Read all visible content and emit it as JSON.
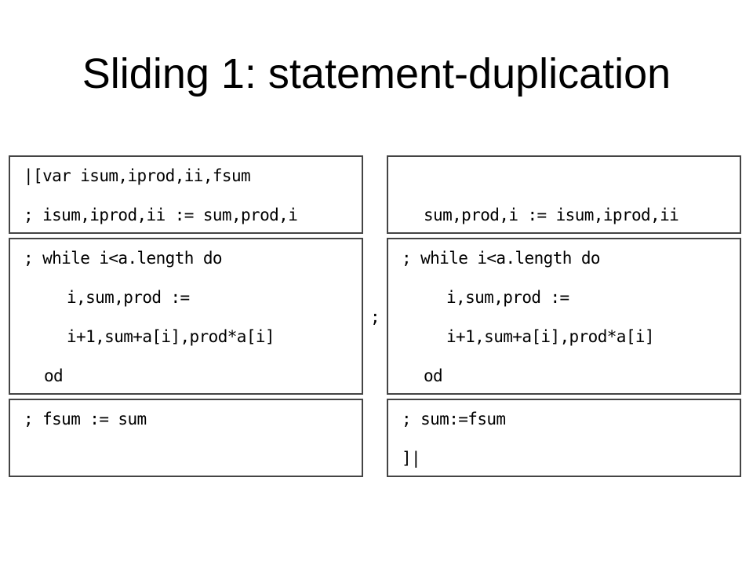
{
  "title": "Sliding 1: statement-duplication",
  "separator": ";",
  "left": {
    "top": [
      "|[var isum,iprod,ii,fsum",
      "; isum,iprod,ii := sum,prod,i"
    ],
    "middle": [
      "; while i<a.length do",
      "i,sum,prod :=",
      "i+1,sum+a[i],prod*a[i]",
      "od"
    ],
    "bottom": [
      "; fsum := sum"
    ]
  },
  "right": {
    "top": [
      "sum,prod,i := isum,iprod,ii"
    ],
    "middle": [
      "; while i<a.length do",
      "i,sum,prod :=",
      "i+1,sum+a[i],prod*a[i]",
      "od"
    ],
    "bottom": [
      "; sum:=fsum",
      "]|"
    ]
  }
}
